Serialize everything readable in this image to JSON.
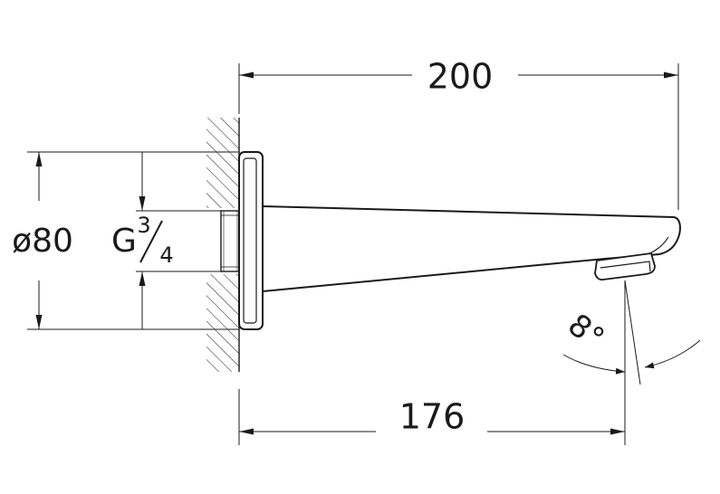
{
  "dimensions": {
    "overall_length": "200",
    "spout_reach": "176",
    "flange_diameter": "ø80",
    "thread_letter": "G",
    "thread_numerator": "3",
    "thread_denominator": "4",
    "angle": "8°"
  },
  "colors": {
    "line": "#1a1a1a",
    "background": "#ffffff"
  }
}
